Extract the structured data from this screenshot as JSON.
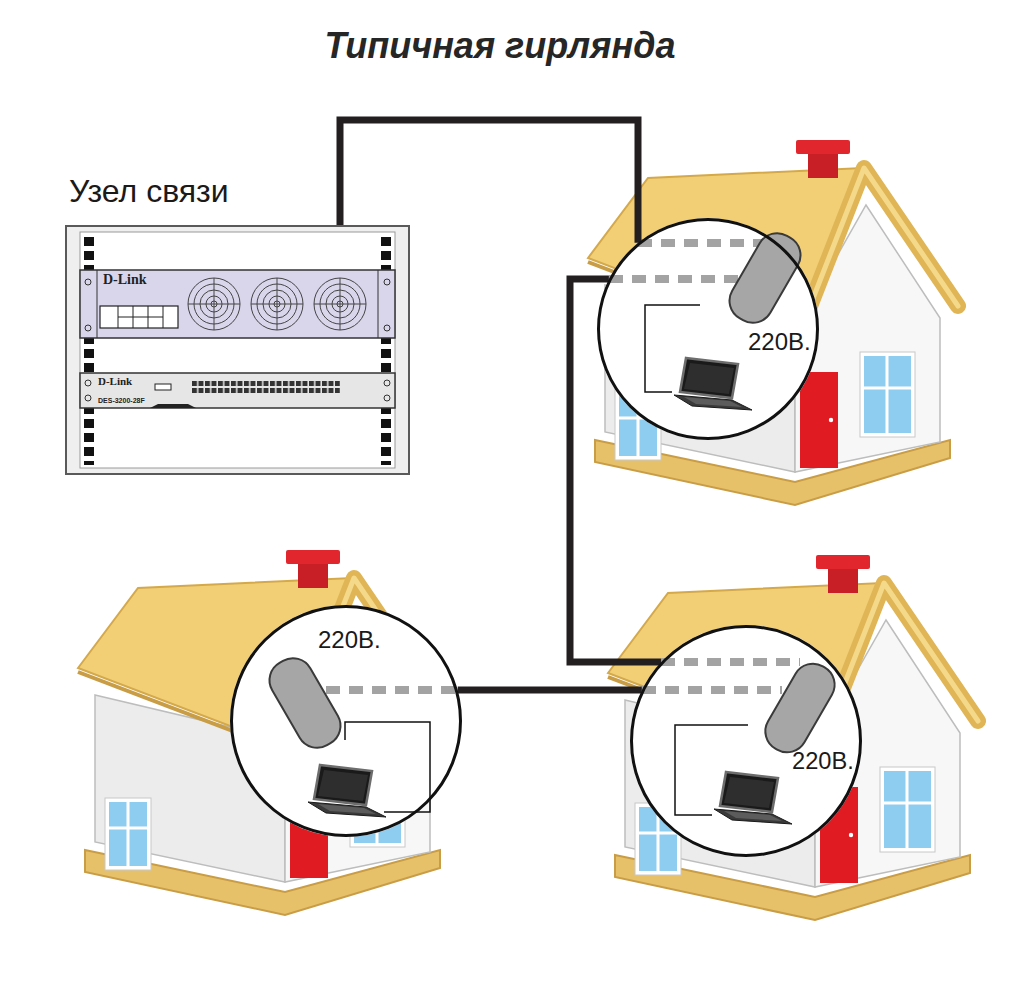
{
  "diagram": {
    "title": "Типичная гирлянда",
    "nodes": [
      {
        "text": [
          "Узел связи"
        ]
      },
      {
        "text": [
          "220В."
        ]
      },
      {
        "text": [
          "220В."
        ]
      },
      {
        "text": [
          "220В."
        ]
      }
    ],
    "edges": [
      {
        "from": 0,
        "to": 1,
        "arrow": "none"
      },
      {
        "from": 1,
        "to": 3,
        "arrow": "none"
      },
      {
        "from": 3,
        "to": 2,
        "arrow": "none"
      }
    ],
    "labels": [
      "D-Link",
      "D-Link",
      "DES-3200-28F"
    ]
  }
}
